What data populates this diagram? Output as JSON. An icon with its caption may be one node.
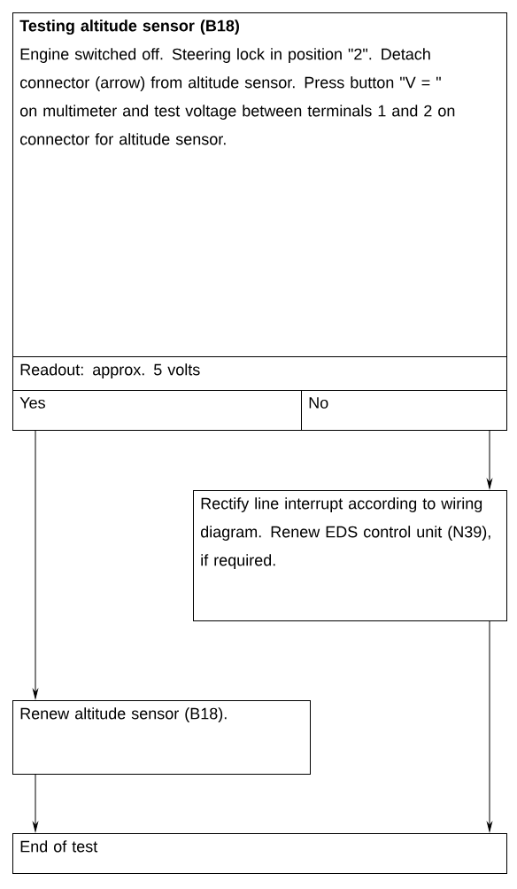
{
  "diagram": {
    "nodes": [
      {
        "text": [
          "Testing altitude sensor (B18)",
          "Engine switched off. Steering lock in position \"2\". Detach connector (arrow) from altitude sensor. Press button \"V = \" on multimeter and test voltage between terminals 1 and 2 on connector for altitude sensor."
        ]
      },
      {
        "text": [
          "Readout: approx. 5 volts"
        ]
      },
      {
        "text": [
          "Yes"
        ]
      },
      {
        "text": [
          "No"
        ]
      },
      {
        "text": [
          "Rectify line interrupt according to wiring diagram. Renew EDS control unit (N39), if required."
        ]
      },
      {
        "text": [
          "Renew altitude sensor (B18)."
        ]
      },
      {
        "text": [
          "End of test"
        ]
      }
    ],
    "edges": [
      {
        "from": 3,
        "to": 4,
        "arrow": "to"
      },
      {
        "from": 2,
        "to": 5,
        "arrow": "to"
      },
      {
        "from": 5,
        "to": 6,
        "arrow": "to"
      },
      {
        "from": 4,
        "to": 6,
        "arrow": "to"
      }
    ]
  }
}
